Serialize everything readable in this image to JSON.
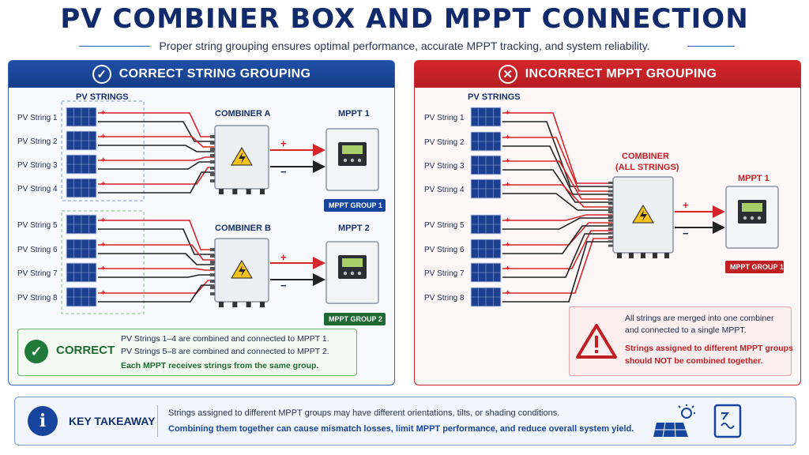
{
  "header": {
    "title": "PV COMBINER BOX AND MPPT CONNECTION",
    "subtitle": "Proper string grouping ensures optimal performance, accurate MPPT tracking, and system reliability."
  },
  "left_panel": {
    "heading": "CORRECT STRING GROUPING",
    "heading_icon": "check-circle-icon",
    "pv_strings_label": "PV STRINGS",
    "strings": [
      "PV String 1",
      "PV String 2",
      "PV String 3",
      "PV String 4",
      "PV String 5",
      "PV String 6",
      "PV String 7",
      "PV String 8"
    ],
    "combiner_a": "COMBINER A",
    "combiner_b": "COMBINER B",
    "mppt_1": "MPPT 1",
    "mppt_2": "MPPT 2",
    "group_1_badge": "MPPT GROUP 1",
    "group_2_badge": "MPPT GROUP 2",
    "plus": "+",
    "minus": "−",
    "note": {
      "word": "CORRECT",
      "line1": "PV Strings 1–4 are combined and connected to MPPT 1.",
      "line2": "PV Strings 5–8 are combined and connected to MPPT 2.",
      "line3": "Each MPPT receives strings from the same group."
    }
  },
  "right_panel": {
    "heading": "INCORRECT MPPT GROUPING",
    "heading_icon": "x-circle-icon",
    "pv_strings_label": "PV STRINGS",
    "strings": [
      "PV String 1",
      "PV String 2",
      "PV String 3",
      "PV String 4",
      "PV String 5",
      "PV String 6",
      "PV String 7",
      "PV String 8"
    ],
    "combiner_line1": "COMBINER",
    "combiner_line2": "(ALL STRINGS)",
    "mppt_1": "MPPT 1",
    "group_1_badge": "MPPT GROUP 1",
    "plus": "+",
    "minus": "−",
    "note": {
      "line1": "All strings are merged into one combiner",
      "line2": "and connected to a single MPPT.",
      "line3": "Strings assigned to different MPPT groups",
      "line4": "should NOT be combined together."
    }
  },
  "takeaway": {
    "label": "KEY TAKEAWAY",
    "line1": "Strings assigned to different MPPT groups may have different orientations, tilts, or shading conditions.",
    "line2": "Combining them together can cause mismatch losses, limit MPPT performance, and reduce overall system yield."
  },
  "colors": {
    "navy": "#102a6b",
    "blue_accent": "#1f4fa6",
    "red_accent": "#d3262b",
    "green_accent": "#1f7a3a",
    "positive_wire": "#d6252a",
    "negative_wire": "#222222"
  }
}
